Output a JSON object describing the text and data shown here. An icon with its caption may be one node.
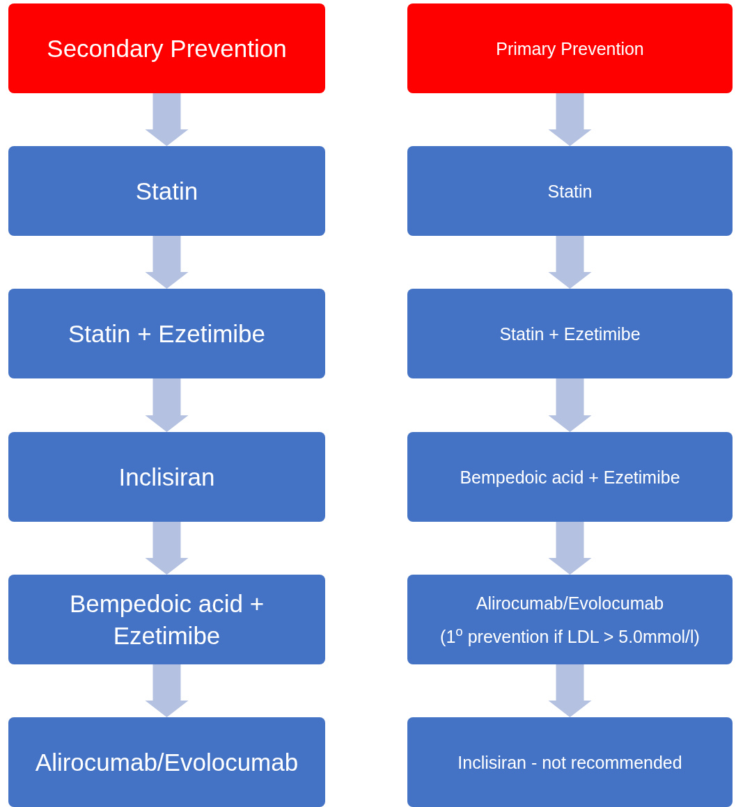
{
  "diagram": {
    "nodes": [
      {
        "text": [
          "Secondary Prevention"
        ]
      },
      {
        "text": [
          "Statin"
        ]
      },
      {
        "text": [
          "Statin + Ezetimibe"
        ]
      },
      {
        "text": [
          "Inclisiran"
        ]
      },
      {
        "text": [
          "Bempedoic acid + Ezetimibe"
        ]
      },
      {
        "text": [
          "Alirocumab/Evolocumab"
        ]
      },
      {
        "text": [
          "Primary Prevention"
        ]
      },
      {
        "text": [
          "Statin"
        ]
      },
      {
        "text": [
          "Statin + Ezetimibe"
        ]
      },
      {
        "text": [
          "Bempedoic acid + Ezetimibe"
        ]
      },
      {
        "text": [
          "Alirocumab/Evolocumab",
          "(1$^{o}$ prevention if LDL > 5.0mmol/l)"
        ]
      },
      {
        "text": [
          "Inclisiran - not recommended"
        ]
      }
    ],
    "edges": [
      {
        "from": 0,
        "to": 1,
        "arrow": "to"
      },
      {
        "from": 1,
        "to": 2,
        "arrow": "to"
      },
      {
        "from": 2,
        "to": 3,
        "arrow": "to"
      },
      {
        "from": 3,
        "to": 4,
        "arrow": "to"
      },
      {
        "from": 4,
        "to": 5,
        "arrow": "to"
      },
      {
        "from": 6,
        "to": 7,
        "arrow": "to"
      },
      {
        "from": 7,
        "to": 8,
        "arrow": "to"
      },
      {
        "from": 8,
        "to": 9,
        "arrow": "to"
      },
      {
        "from": 9,
        "to": 10,
        "arrow": "to"
      },
      {
        "from": 10,
        "to": 11,
        "arrow": "to"
      }
    ]
  }
}
